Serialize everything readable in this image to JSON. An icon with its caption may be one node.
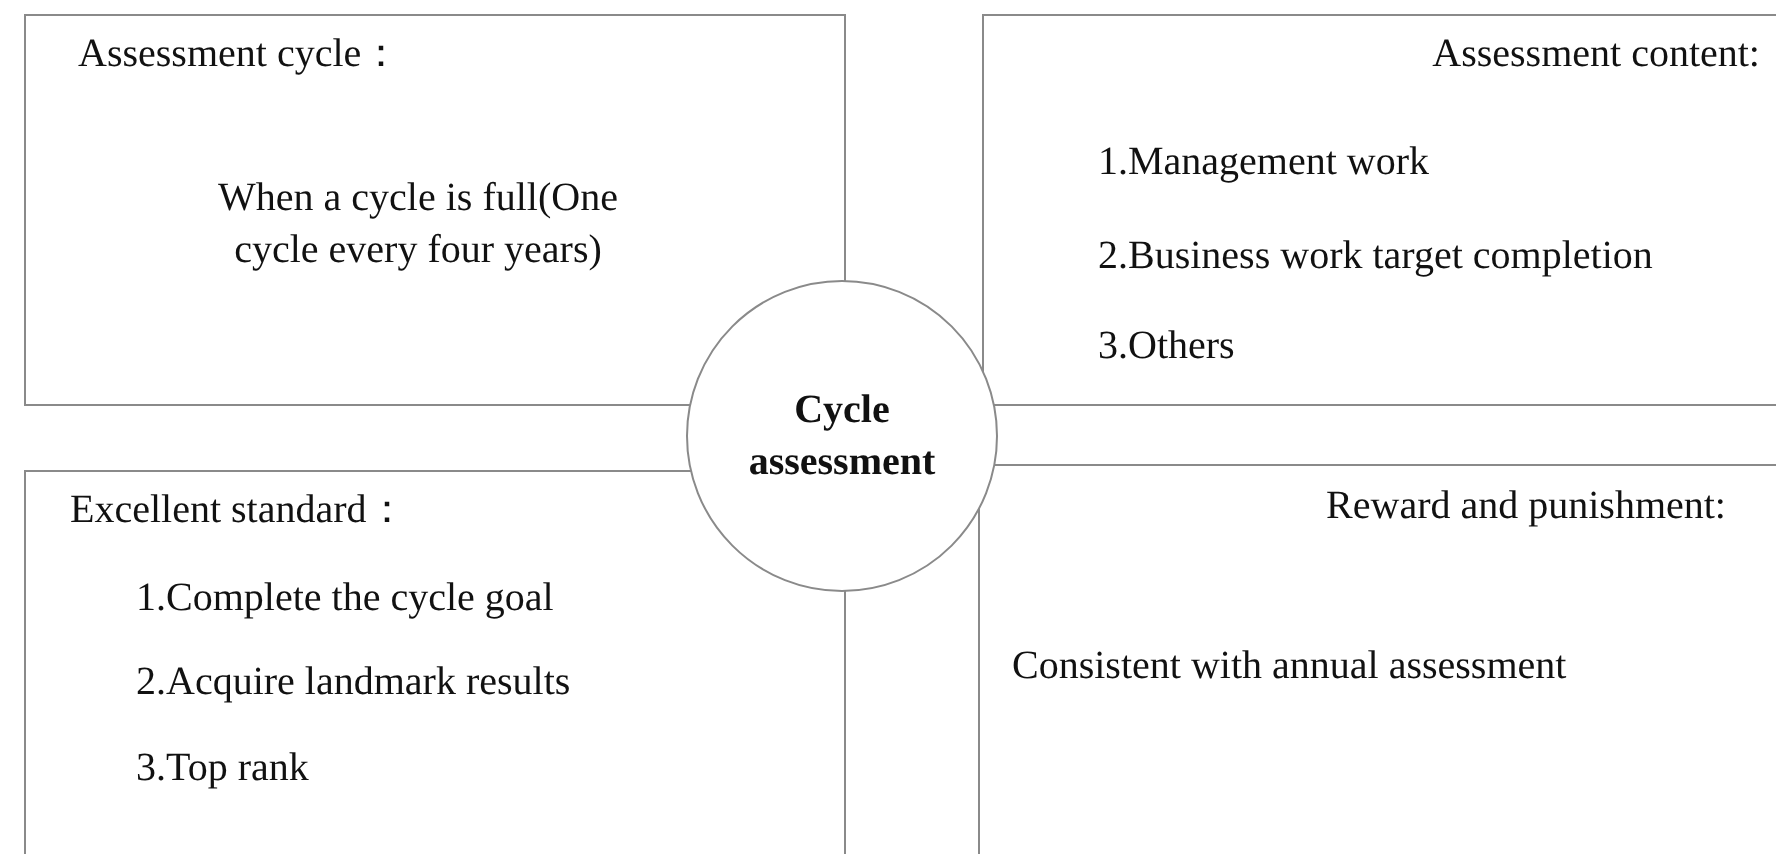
{
  "diagram": {
    "nodes": [
      {
        "text": [
          "Assessment cycle：",
          "When a cycle is full(One cycle every four years)"
        ]
      },
      {
        "text": [
          "Assessment content:",
          "1.Management work",
          "2.Business work target completion",
          "3.Others"
        ]
      },
      {
        "text": [
          "Cycle assessment"
        ]
      },
      {
        "text": [
          "Excellent standard：",
          "1.Complete the cycle goal",
          "2.Acquire landmark results",
          "3.Top rank"
        ]
      },
      {
        "text": [
          "Reward and punishment:",
          "Consistent with annual assessment"
        ]
      }
    ]
  }
}
